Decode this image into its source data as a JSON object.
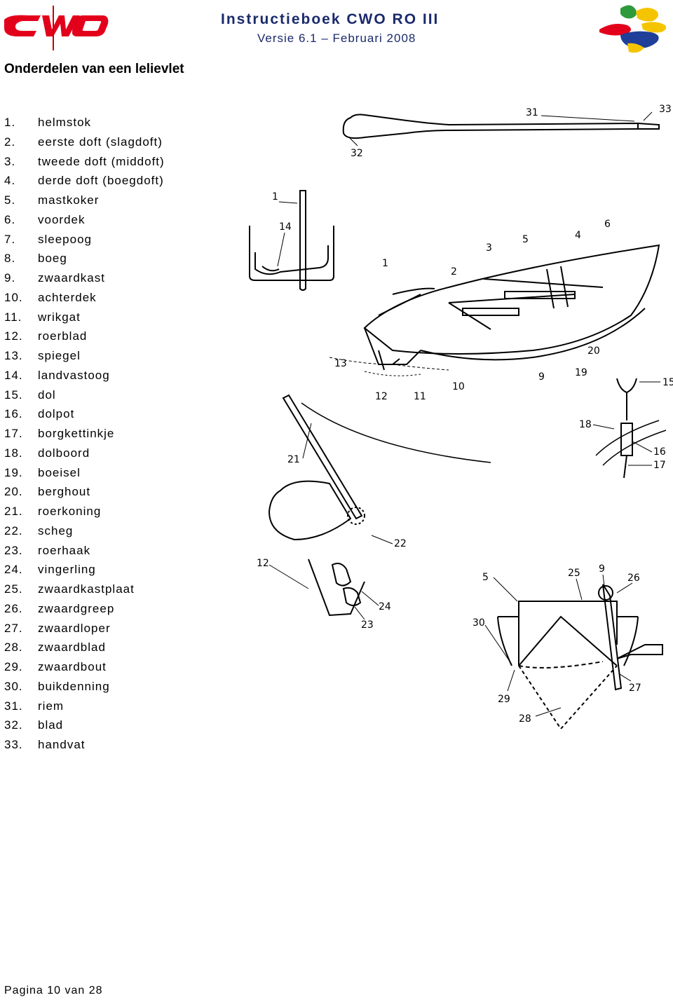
{
  "header": {
    "logo_text": "CWO",
    "title": "Instructieboek CWO RO III",
    "version": "Versie 6.1 – Februari 2008"
  },
  "page_title": "Onderdelen van een lelievlet",
  "parts": [
    {
      "num": "1.",
      "label": "helmstok"
    },
    {
      "num": "2.",
      "label": "eerste doft (slagdoft)"
    },
    {
      "num": "3.",
      "label": "tweede doft (middoft)"
    },
    {
      "num": "4.",
      "label": "derde doft (boegdoft)"
    },
    {
      "num": "5.",
      "label": "mastkoker"
    },
    {
      "num": "6.",
      "label": "voordek"
    },
    {
      "num": "7.",
      "label": "sleepoog"
    },
    {
      "num": "8.",
      "label": "boeg"
    },
    {
      "num": "9.",
      "label": "zwaardkast"
    },
    {
      "num": "10.",
      "label": "achterdek"
    },
    {
      "num": "11.",
      "label": "wrikgat"
    },
    {
      "num": "12.",
      "label": "roerblad"
    },
    {
      "num": "13.",
      "label": "spiegel"
    },
    {
      "num": "14.",
      "label": "landvastoog"
    },
    {
      "num": "15.",
      "label": "dol"
    },
    {
      "num": "16.",
      "label": "dolpot"
    },
    {
      "num": "17.",
      "label": "borgkettinkje"
    },
    {
      "num": "18.",
      "label": "dolboord"
    },
    {
      "num": "19.",
      "label": "boeisel"
    },
    {
      "num": "20.",
      "label": "berghout"
    },
    {
      "num": "21.",
      "label": "roerkoning"
    },
    {
      "num": "22.",
      "label": "scheg"
    },
    {
      "num": "23.",
      "label": "roerhaak"
    },
    {
      "num": "24.",
      "label": "vingerling"
    },
    {
      "num": "25.",
      "label": "zwaardkastplaat"
    },
    {
      "num": "26.",
      "label": "zwaardgreep"
    },
    {
      "num": "27.",
      "label": "zwaardloper"
    },
    {
      "num": "28.",
      "label": "zwaardblad"
    },
    {
      "num": "29.",
      "label": "zwaardbout"
    },
    {
      "num": "30.",
      "label": "buikdenning"
    },
    {
      "num": "31.",
      "label": "riem"
    },
    {
      "num": "32.",
      "label": "blad"
    },
    {
      "num": "33.",
      "label": "handvat"
    }
  ],
  "diagram_labels": {
    "oar": [
      "31",
      "32",
      "33"
    ],
    "tiller": [
      "1",
      "14"
    ],
    "boat": [
      "1",
      "2",
      "3",
      "4",
      "5",
      "6",
      "9",
      "10",
      "11",
      "12",
      "13",
      "19",
      "20"
    ],
    "oarlock": [
      "15",
      "16",
      "17",
      "18"
    ],
    "rudder": [
      "12",
      "21",
      "22",
      "23",
      "24"
    ],
    "centerboard": [
      "5",
      "9",
      "25",
      "26",
      "27",
      "28",
      "29",
      "30"
    ]
  },
  "footer": {
    "page": "Pagina 10 van 28"
  },
  "colors": {
    "logo_red": "#e3001b",
    "title_blue": "#1a2a6c",
    "logo_yellow": "#f5c400",
    "logo_green": "#2e9a3c",
    "logo_blue": "#1f3f99"
  }
}
